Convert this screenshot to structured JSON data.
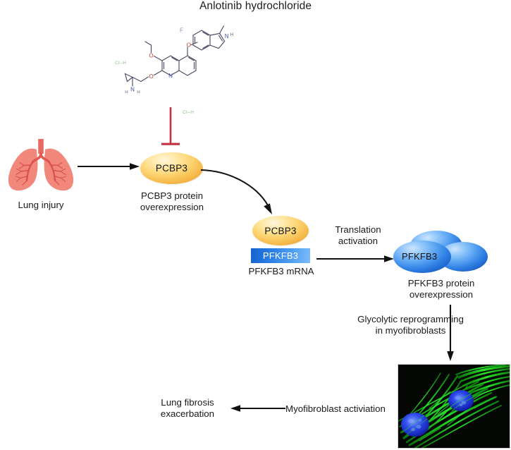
{
  "figure": {
    "title": "Anlotinib hydrochloride",
    "type": "biological-pathway-schematic",
    "description": "Anlotinib hydrochloride inhibits PCBP3 overexpression after lung injury; PCBP3 binds PFKFB3 mRNA driving translation activation, PFKFB3 protein overexpression, glycolytic reprogramming in myofibroblasts, myofibroblast activation and lung fibrosis exacerbation."
  },
  "molecule": {
    "name": "Anlotinib hydrochloride",
    "counterion_left": "Cl–H",
    "counterion_right": "Cl–H",
    "atom_labels": {
      "fluorine": "F",
      "indole_nh": "N",
      "indole_h": "H",
      "ether_o_top": "O",
      "methoxy_o": "O",
      "ether_o_bottom": "O",
      "quinoline_n": "N",
      "amine_n": "N",
      "amine_h1": "H",
      "amine_h2": "H"
    }
  },
  "nodes": {
    "lung_injury": {
      "label": "Lung injury",
      "icon": "lungs-icon",
      "color": "#f2887c"
    },
    "pcbp3_protein": {
      "node_label": "PCBP3",
      "caption_line1": "PCBP3 protein",
      "caption_line2": "overexpression",
      "color": "#fbd06a"
    },
    "pcbp3_mrna_complex": {
      "node_label": "PCBP3",
      "mrna_label": "PFKFB3",
      "caption": "PFKFB3 mRNA",
      "ellipse_color": "#fbd06a",
      "box_color": "#2a7ee4"
    },
    "pfkfb3_protein": {
      "node_label": "PFKFB3",
      "caption_line1": "PFKFB3 protein",
      "caption_line2": "overexpression",
      "color": "#4a97ee"
    },
    "micrograph": {
      "name": "myofibroblast-immunofluorescence",
      "background": "#050805",
      "fiber_color": "#18e018",
      "nucleus_color": "#1b39e8"
    },
    "lung_fibrosis": {
      "caption_line1": "Lung fibrosis",
      "caption_line2": "exacerbation"
    }
  },
  "edges": {
    "injury_to_pcbp3": {
      "kind": "arrow",
      "label": ""
    },
    "drug_inhibits_pcbp3": {
      "kind": "inhibition",
      "label": "",
      "color": "#c43145"
    },
    "pcbp3_to_mrna": {
      "kind": "curved-arrow",
      "label": ""
    },
    "translation": {
      "kind": "arrow",
      "label_line1": "Translation",
      "label_line2": "activation"
    },
    "glycolysis": {
      "kind": "arrow",
      "label_line1": "Glycolytic reprogramming",
      "label_line2": "in myofibroblasts"
    },
    "myofibroblast": {
      "kind": "arrow",
      "label": "Myofibroblast activiation"
    }
  }
}
